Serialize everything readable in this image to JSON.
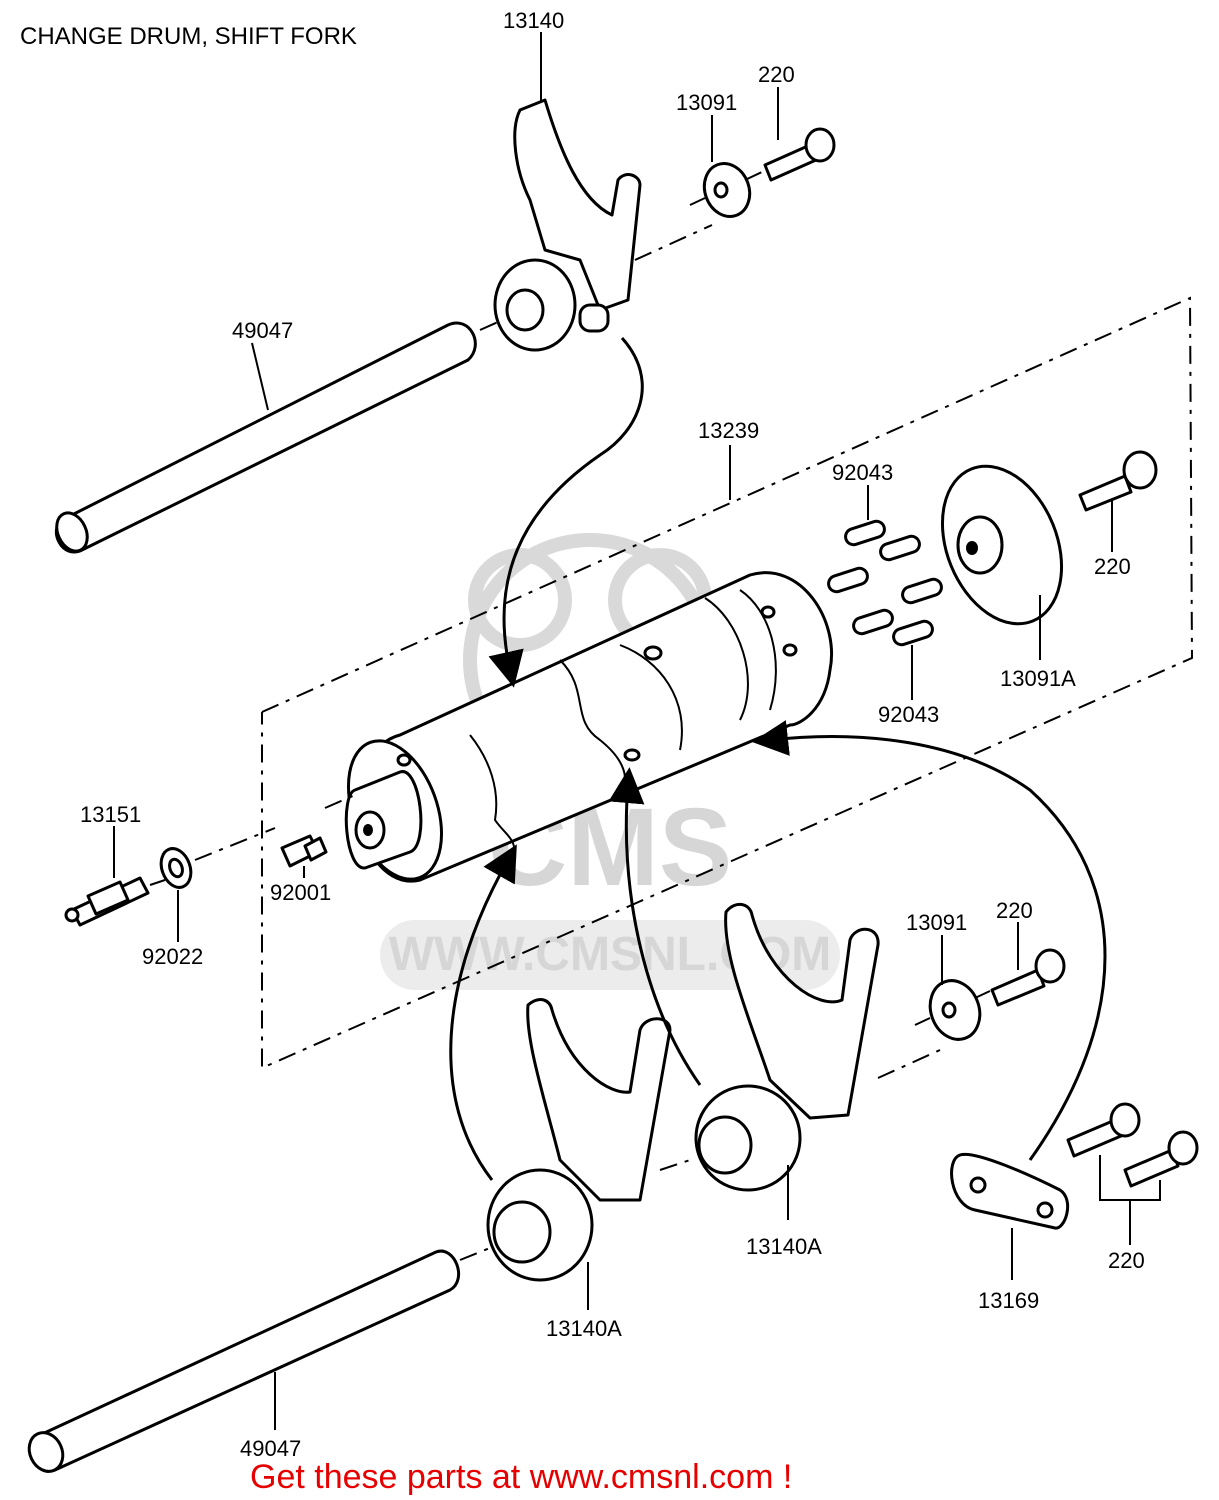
{
  "title": "CHANGE DRUM, SHIFT FORK",
  "labels": {
    "fork_top": "13140",
    "washer_top": "13091",
    "bolt_top": "220",
    "shaft_top": "49047",
    "drum": "13239",
    "pins_top": "92043",
    "plate": "13091A",
    "bolt_plate": "220",
    "pins_bottom": "92043",
    "switch": "13151",
    "screw": "92001",
    "gasket": "92022",
    "washer_bottom": "13091",
    "bolt_bottom": "220",
    "fork_left": "13140A",
    "fork_mid": "13140A",
    "holder": "13169",
    "bolts_holder": "220",
    "shaft_bottom": "49047"
  },
  "watermark": {
    "brand": "CMS",
    "url": "WWW.CMSNL.COM"
  },
  "footer": "Get these parts at www.cmsnl.com !"
}
